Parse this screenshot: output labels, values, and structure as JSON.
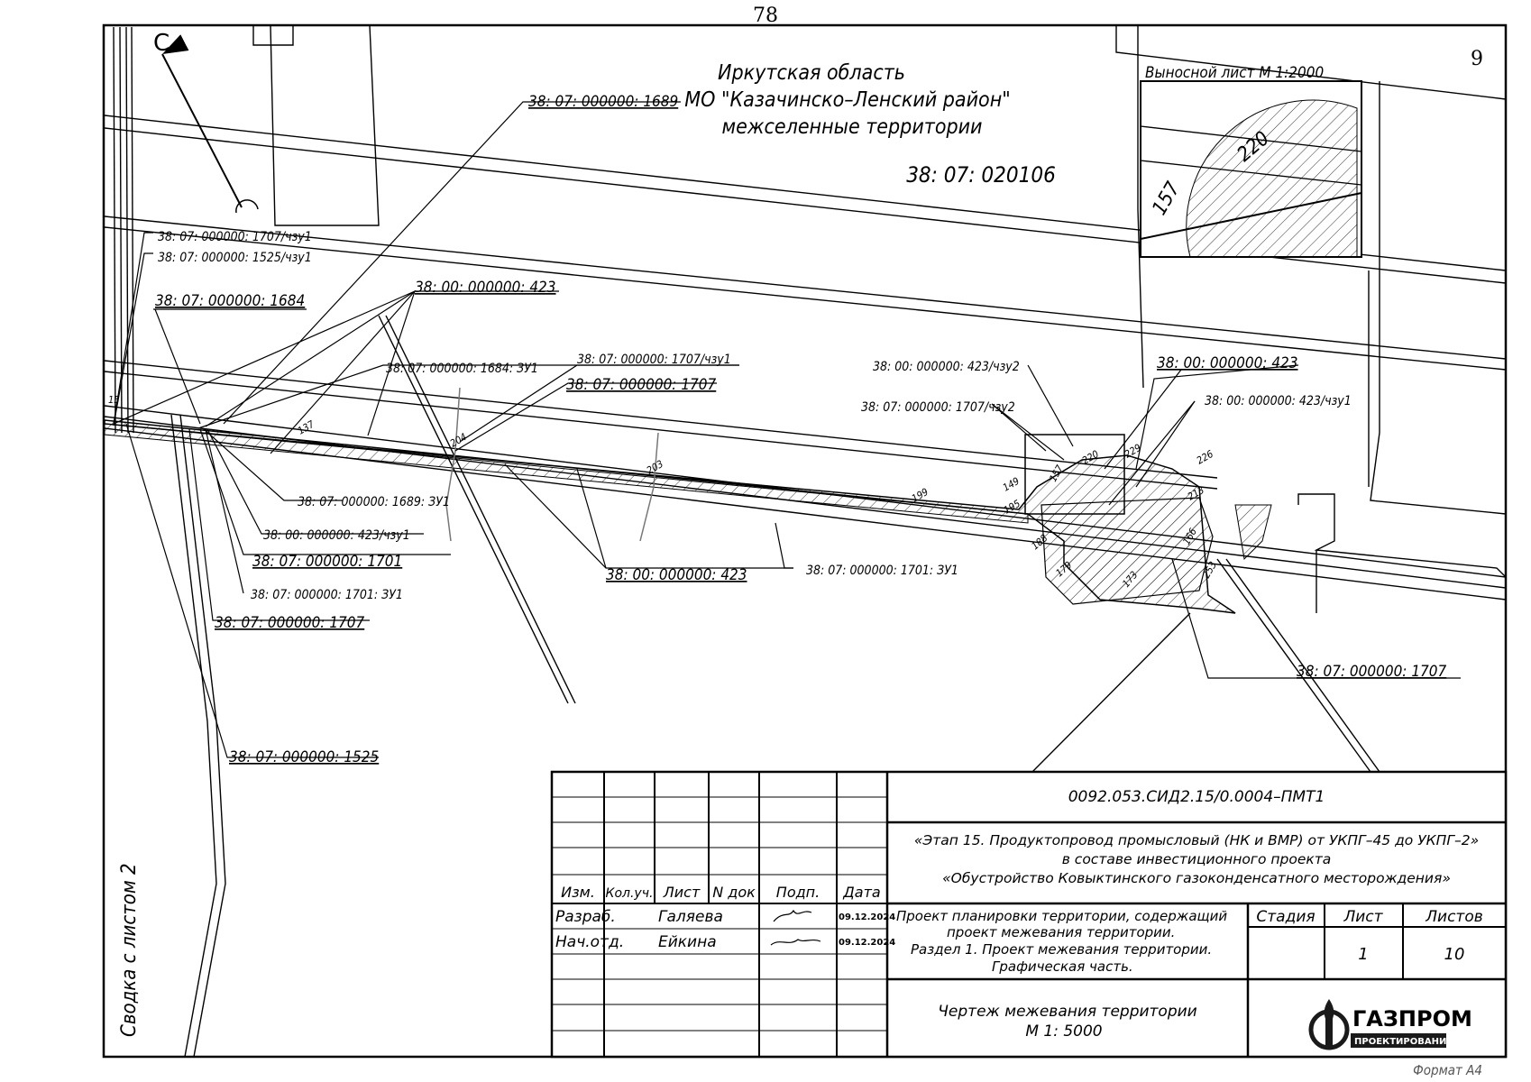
{
  "page_number_top": "78",
  "sheet_number": "9",
  "north_arrow_label": "С",
  "region": {
    "line1": "Иркутская область",
    "line2": "МО \"Казачинско–Ленский район\"",
    "line3": "межселенные территории"
  },
  "quarter_number": "38: 07: 020106",
  "inset": {
    "title": "Выносной лист М 1:2000",
    "labels": [
      "157",
      "220"
    ]
  },
  "parcel_labels": [
    "38: 07: 000000: 1689",
    "38: 07: 000000: 1707/чзу1",
    "38: 07: 000000: 1525/чзу1",
    "38: 00: 000000: 423",
    "38: 07: 000000: 1684",
    "38: 07: 000000: 1684: ЗУ1",
    "38: 07: 000000: 1707/чзу1",
    "38: 07: 000000: 1707",
    "38: 00: 000000: 423/чзу2",
    "38: 07: 000000: 1707/чзу2",
    "38: 00: 000000: 423",
    "38: 00: 000000: 423/чзу1",
    "38: 07: 000000: 1689: ЗУ1",
    "38: 00: 000000: 423/чзу1",
    "38: 07: 000000: 1701",
    "38: 07: 000000: 1701: ЗУ1",
    "38: 07: 000000: 1707",
    "38: 00: 000000: 423",
    "38: 07: 000000: 1701: ЗУ1",
    "38: 07: 000000: 1707",
    "38: 07: 000000: 1525"
  ],
  "point_numbers": [
    "15",
    "137",
    "204",
    "203",
    "199",
    "149",
    "195",
    "157",
    "220",
    "229",
    "226",
    "213",
    "166",
    "253",
    "173",
    "179",
    "188"
  ],
  "side_note": "Сводка с листом 2",
  "title_block": {
    "doc_code": "0092.053.СИД2.15/0.0004–ПМТ1",
    "project_line1": "«Этап 15. Продуктопровод промысловый (НК и ВМР) от УКПГ–45 до УКПГ–2»",
    "project_line2": "в составе инвестиционного проекта",
    "project_line3": "«Обустройство Ковыктинского газоконденсатного месторождения»",
    "headers": [
      "Изм.",
      "Кол.уч.",
      "Лист",
      "N док",
      "Подп.",
      "Дата"
    ],
    "rows": [
      {
        "role": "Разраб.",
        "name": "Галяева",
        "date": "09.12.2024"
      },
      {
        "role": "Нач.отд.",
        "name": "Ейкина",
        "date": "09.12.2024"
      }
    ],
    "section_line1": "Проект планировки территории, содержащий",
    "section_line2": "проект межевания территории.",
    "section_line3": "Раздел 1. Проект межевания территории.",
    "section_line4": "Графическая часть.",
    "stage_header": "Стадия",
    "sheet_header": "Лист",
    "sheets_header": "Листов",
    "sheet_value": "1",
    "sheets_value": "10",
    "drawing_name_line1": "Чертеж межевания территории",
    "drawing_name_line2": "М 1: 5000",
    "logo_text": "ГАЗПРОМ",
    "logo_sub": "ПРОЕКТИРОВАНИЕ"
  },
  "format_label": "Формат А4"
}
